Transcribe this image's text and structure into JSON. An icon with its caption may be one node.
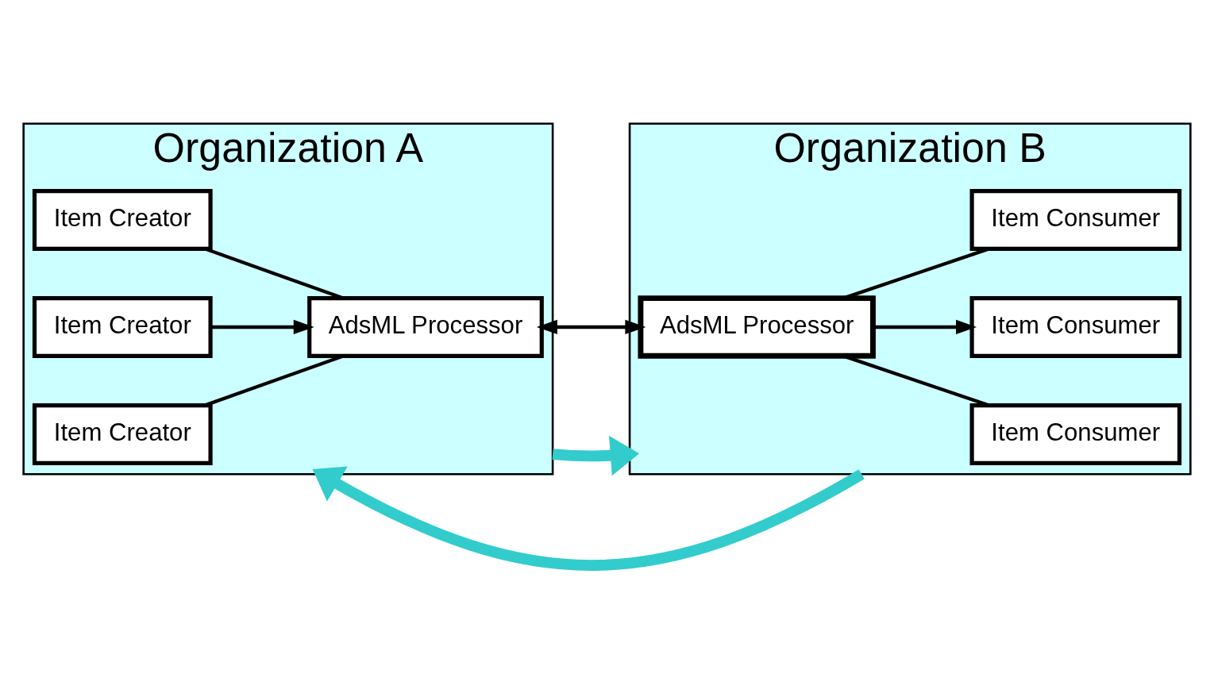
{
  "diagram": {
    "nodes": [
      {
        "text": [
          "Organization A"
        ]
      },
      {
        "text": [
          "Item Creator"
        ],
        "in": 0
      },
      {
        "text": [
          "Item Creator"
        ],
        "in": 0
      },
      {
        "text": [
          "Item Creator"
        ],
        "in": 0
      },
      {
        "text": [
          "AdsML Processor"
        ],
        "in": 0
      },
      {
        "text": [
          "Organization B"
        ]
      },
      {
        "text": [
          "AdsML Processor"
        ],
        "in": 5
      },
      {
        "text": [
          "Item Consumer"
        ],
        "in": 5
      },
      {
        "text": [
          "Item Consumer"
        ],
        "in": 5
      },
      {
        "text": [
          "Item Consumer"
        ],
        "in": 5
      }
    ],
    "edges": [
      {
        "from": 1,
        "to": 4,
        "arrow": "none"
      },
      {
        "from": 2,
        "to": 4,
        "arrow": "to"
      },
      {
        "from": 3,
        "to": 4,
        "arrow": "none"
      },
      {
        "from": 4,
        "to": 6,
        "arrow": "both"
      },
      {
        "from": 6,
        "to": 7,
        "arrow": "none"
      },
      {
        "from": 6,
        "to": 8,
        "arrow": "to"
      },
      {
        "from": 6,
        "to": 9,
        "arrow": "none"
      },
      {
        "from": 0,
        "to": 5,
        "arrow": "to",
        "style": "thick",
        "color": "#33cccc"
      },
      {
        "from": 5,
        "to": 0,
        "arrow": "to",
        "style": "thick",
        "color": "#33cccc"
      }
    ]
  }
}
